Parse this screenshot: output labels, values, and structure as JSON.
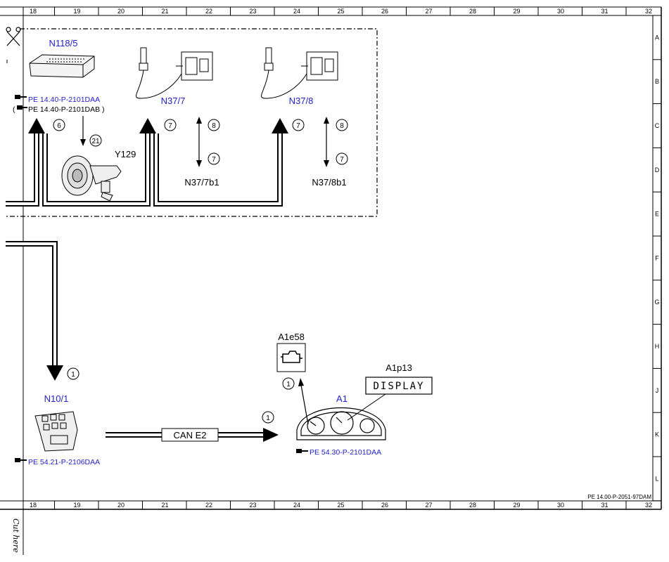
{
  "grid": {
    "columns": [
      "18",
      "19",
      "20",
      "21",
      "22",
      "23",
      "24",
      "25",
      "26",
      "27",
      "28",
      "29",
      "30",
      "31",
      "32"
    ],
    "rows": [
      "A",
      "B",
      "C",
      "D",
      "E",
      "F",
      "G",
      "H",
      "J",
      "K",
      "L"
    ]
  },
  "components": {
    "n118_5": {
      "label": "N118/5",
      "ref1": "PE 14.40-P-2101DAA",
      "ref2": "PE 14.40-P-2101DAB",
      "ref2_open": "(",
      "ref2_close": ")"
    },
    "y129": {
      "label": "Y129"
    },
    "n37_7": {
      "label": "N37/7",
      "sensor": "N37/7b1"
    },
    "n37_8": {
      "label": "N37/8",
      "sensor": "N37/8b1"
    },
    "n10_1": {
      "label": "N10/1",
      "ref": "PE 54.21-P-2106DAA"
    },
    "a1": {
      "label": "A1",
      "ref": "PE 54.30-P-2101DAA"
    },
    "a1e58": {
      "label": "A1e58"
    },
    "a1p13": {
      "label": "A1p13",
      "display": "DISPLAY"
    },
    "can": {
      "label": "CAN E2"
    }
  },
  "circled_numbers": {
    "n118_6": "6",
    "y129_21": "21",
    "n37_7_in": "7",
    "n37_7_top": "8",
    "n37_7_bot": "7",
    "n37_8_in": "7",
    "n37_8_top": "8",
    "n37_8_bot": "7",
    "n10_1_in": "1",
    "a1_can": "1",
    "a1e58_in": "1"
  },
  "doc_ref": "PE 14.00-P-2051-97DAM",
  "cut_text": "Cut here",
  "colors": {
    "label_blue": "#2222cc",
    "line": "#000000"
  }
}
